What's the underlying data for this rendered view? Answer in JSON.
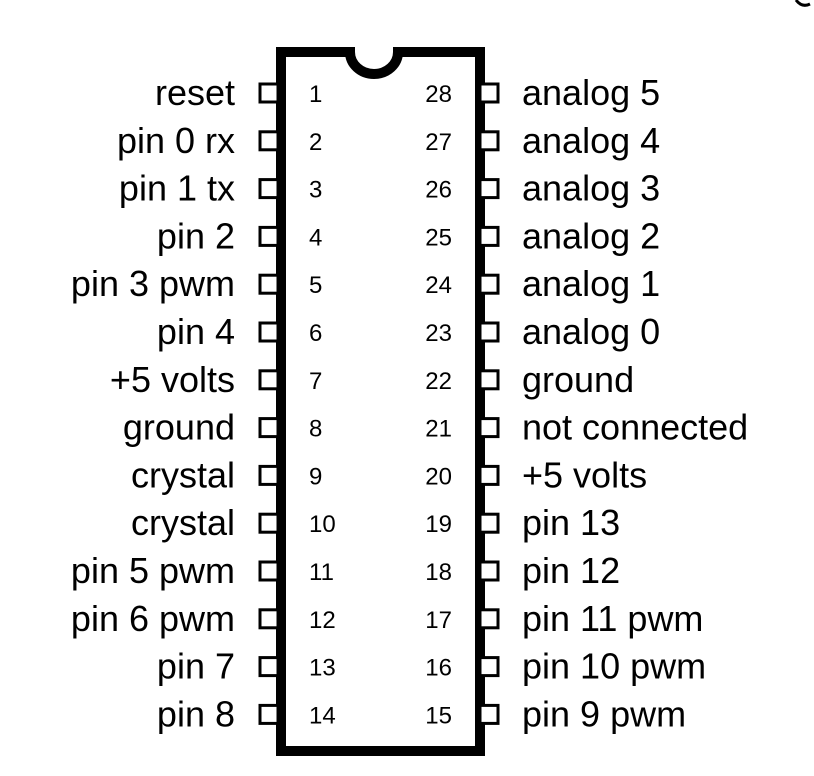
{
  "chip": {
    "left_pins": [
      {
        "number": "1",
        "label": "reset"
      },
      {
        "number": "2",
        "label": "pin 0 rx"
      },
      {
        "number": "3",
        "label": "pin 1 tx"
      },
      {
        "number": "4",
        "label": "pin 2"
      },
      {
        "number": "5",
        "label": "pin 3 pwm"
      },
      {
        "number": "6",
        "label": "pin 4"
      },
      {
        "number": "7",
        "label": "+5 volts"
      },
      {
        "number": "8",
        "label": "ground"
      },
      {
        "number": "9",
        "label": "crystal"
      },
      {
        "number": "10",
        "label": "crystal"
      },
      {
        "number": "11",
        "label": "pin 5 pwm"
      },
      {
        "number": "12",
        "label": "pin 6 pwm"
      },
      {
        "number": "13",
        "label": "pin 7"
      },
      {
        "number": "14",
        "label": "pin 8"
      }
    ],
    "right_pins": [
      {
        "number": "28",
        "label": "analog 5"
      },
      {
        "number": "27",
        "label": "analog 4"
      },
      {
        "number": "26",
        "label": "analog 3"
      },
      {
        "number": "25",
        "label": "analog 2"
      },
      {
        "number": "24",
        "label": "analog 1"
      },
      {
        "number": "23",
        "label": "analog 0"
      },
      {
        "number": "22",
        "label": "ground"
      },
      {
        "number": "21",
        "label": "not connected"
      },
      {
        "number": "20",
        "label": "+5 volts"
      },
      {
        "number": "19",
        "label": "pin 13"
      },
      {
        "number": "18",
        "label": "pin 12"
      },
      {
        "number": "17",
        "label": "pin 11 pwm"
      },
      {
        "number": "16",
        "label": "pin 10 pwm"
      },
      {
        "number": "15",
        "label": "pin 9 pwm"
      }
    ]
  }
}
